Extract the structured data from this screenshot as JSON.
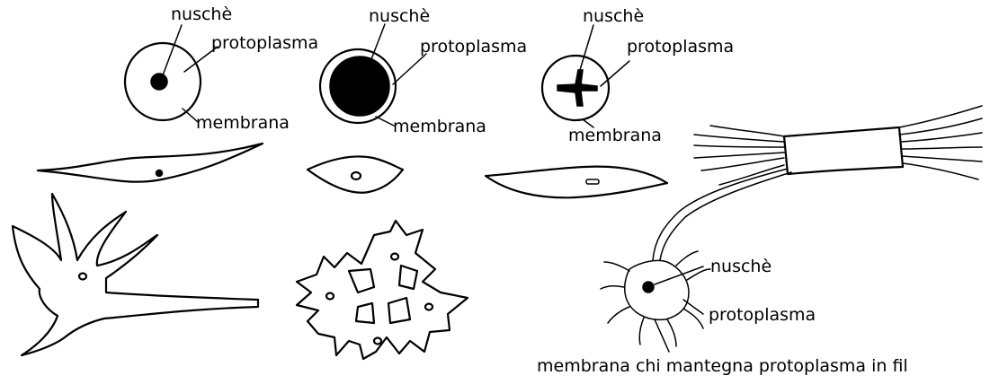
{
  "figure": {
    "cell1": {
      "nucleus": "nuschè",
      "protoplasm": "protoplasma",
      "membrane": "membrana"
    },
    "cell2": {
      "nucleus": "nuschè",
      "protoplasm": "protoplasma",
      "membrane": "membrana"
    },
    "cell3": {
      "nucleus": "nuschè",
      "protoplasm": "protoplasma",
      "membrane": "membrana"
    },
    "nerve_cell": {
      "nucleus": "nuschè",
      "protoplasm": "protoplasma",
      "caption": "membrana chi mantegna protoplasma in fil"
    }
  }
}
